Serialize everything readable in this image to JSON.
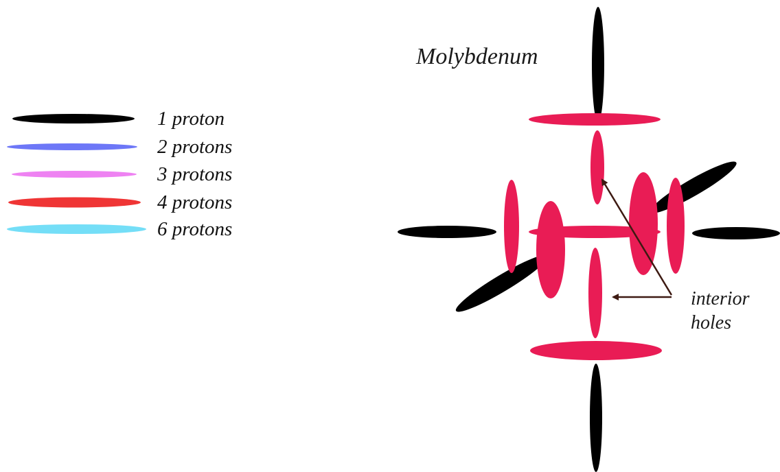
{
  "title": "Molybdenum",
  "legend": [
    {
      "label": "1 proton",
      "color": "#000000"
    },
    {
      "label": "2 protons",
      "color": "#6d77f7"
    },
    {
      "label": "3 protons",
      "color": "#ee82f2"
    },
    {
      "label": "4 protons",
      "color": "#ef3535"
    },
    {
      "label": "6 protons",
      "color": "#74def7"
    }
  ],
  "annotation": {
    "line1": "interior",
    "line2": "holes"
  },
  "colors": {
    "one_proton": "#000000",
    "nucleus_lobe": "#e91c55",
    "arrow": "#3d1a12"
  }
}
